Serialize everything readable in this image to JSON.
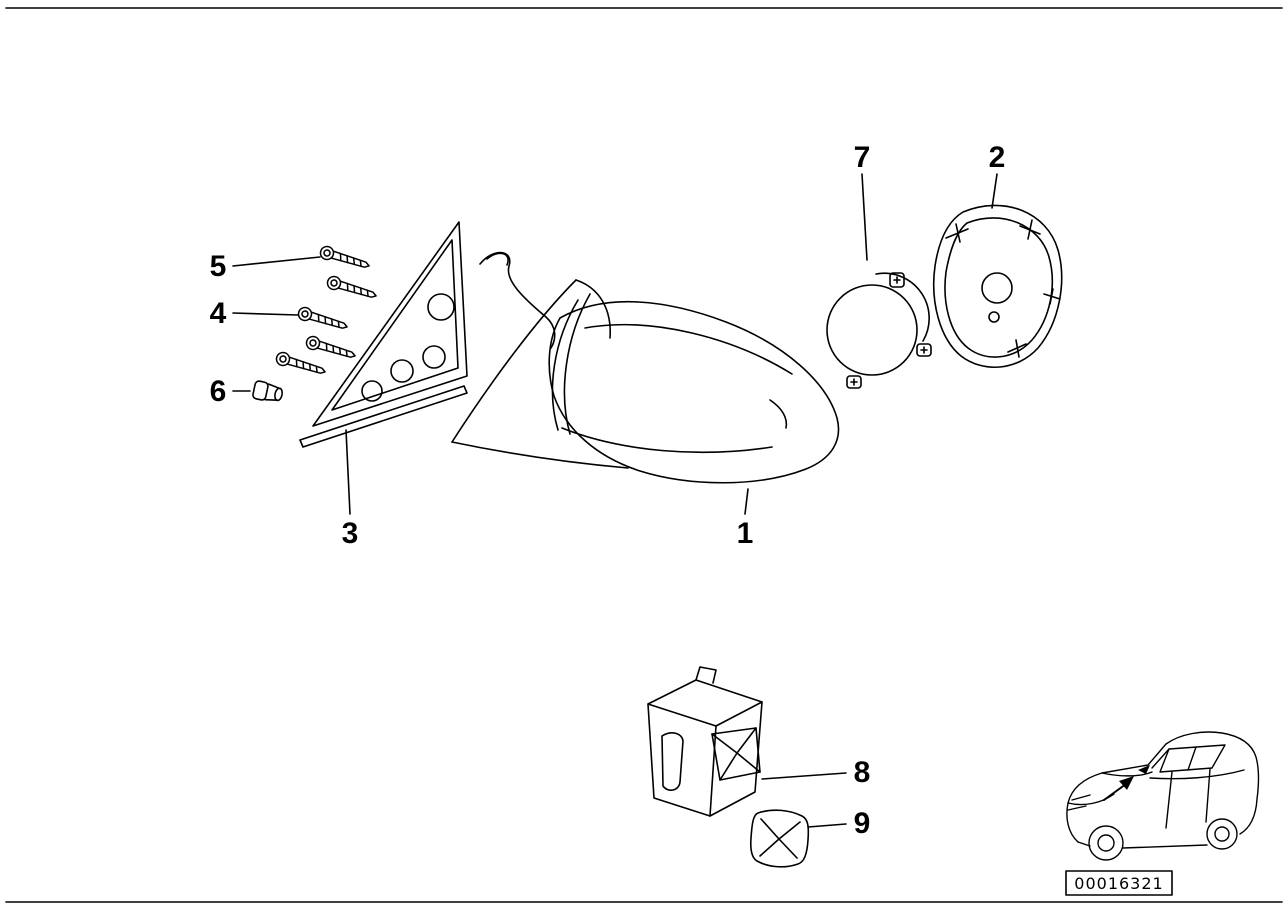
{
  "colors": {
    "line": "#000000",
    "background": "#ffffff"
  },
  "diagram": {
    "callouts": {
      "c1": "1",
      "c2": "2",
      "c3": "3",
      "c4": "4",
      "c5": "5",
      "c6": "6",
      "c7": "7",
      "c8": "8",
      "c9": "9"
    },
    "code": "00016321"
  }
}
